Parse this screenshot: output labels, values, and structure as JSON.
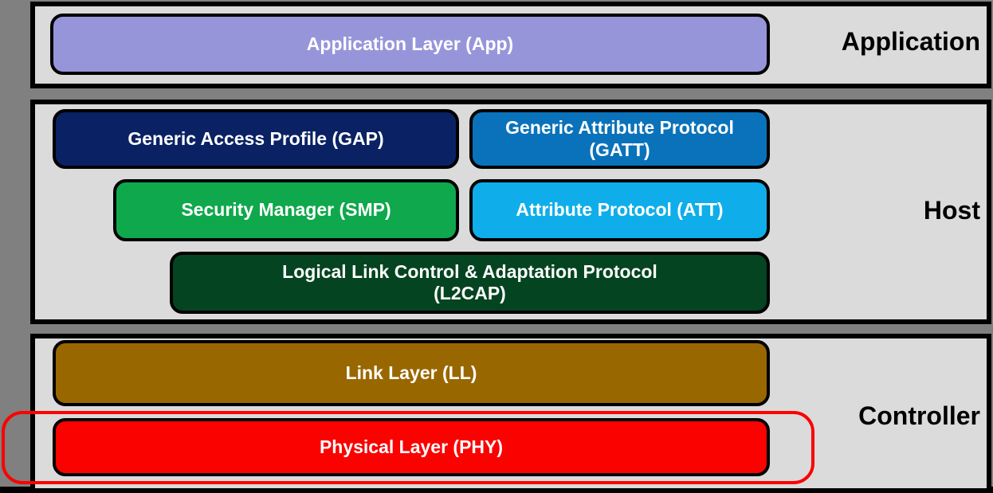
{
  "sections": [
    {
      "id": "application",
      "label": "Application"
    },
    {
      "id": "host",
      "label": "Host"
    },
    {
      "id": "controller",
      "label": "Controller"
    }
  ],
  "boxes": {
    "app": {
      "label": "Application Layer (App)",
      "fill": "#9795DA"
    },
    "gap": {
      "label": "Generic Access Profile (GAP)",
      "fill": "#0A2263"
    },
    "gatt": {
      "line1": "Generic Attribute Protocol",
      "line2": "(GATT)",
      "fill": "#0A72BA"
    },
    "smp": {
      "label": "Security Manager (SMP)",
      "fill": "#0FA84C"
    },
    "att": {
      "label": "Attribute Protocol (ATT)",
      "fill": "#0FAEEA"
    },
    "l2cap": {
      "line1": "Logical Link Control & Adaptation Protocol",
      "line2": "(L2CAP)",
      "fill": "#054420"
    },
    "ll": {
      "label": "Link Layer (LL)",
      "fill": "#996700"
    },
    "phy": {
      "label": "Physical Layer (PHY)",
      "fill": "#FA0200"
    }
  },
  "annotation": {
    "shape": "red-rounded-outline",
    "color": "#FA0200",
    "highlights": "Physical Layer (PHY)"
  },
  "palette": {
    "page_background": "#808080",
    "section_fill": "#DBDBDB",
    "section_border": "#000000",
    "box_border": "#000000",
    "box_text": "#FFFFFF",
    "section_label_text": "#000000"
  }
}
